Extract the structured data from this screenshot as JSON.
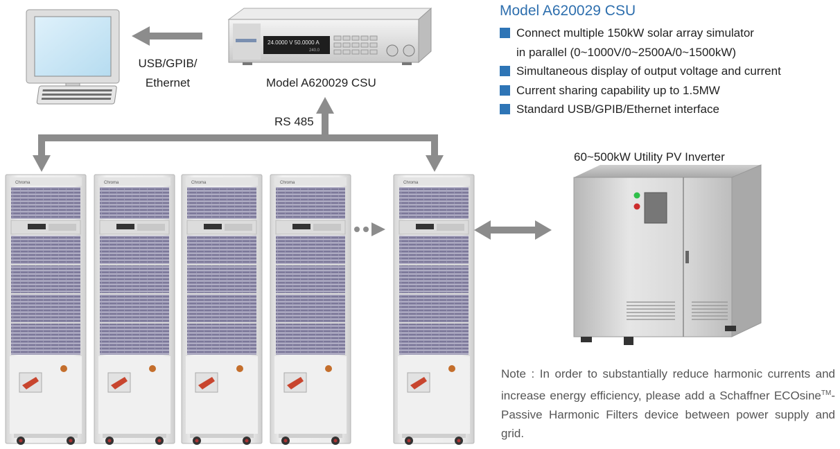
{
  "csu_label": "Model A620029 CSU",
  "interface_label_line1": "USB/GPIB/",
  "interface_label_line2": "Ethernet",
  "rs485_label": "RS 485",
  "inverter_label": "60~500kW Utility PV Inverter",
  "spec_panel": {
    "title": "Model A620029 CSU",
    "bullets": [
      {
        "line1": "Connect multiple 150kW solar array simulator",
        "line2": "in parallel (0~1000V/0~2500A/0~1500kW)"
      },
      {
        "line1": "Simultaneous display of output voltage and current",
        "line2": ""
      },
      {
        "line1": "Current sharing capability up to 1.5MW",
        "line2": ""
      },
      {
        "line1": "Standard USB/GPIB/Ethernet interface",
        "line2": ""
      }
    ]
  },
  "note": {
    "prefix": "Note :  In order to substantially reduce harmonic currents and increase energy efficiency, please add a Schaffner ECOsine",
    "tm": "TM",
    "suffix": "-Passive Harmonic Filters device between power supply and grid."
  },
  "csu_display": {
    "line1": "24.0000 V  50.0000 A",
    "line2": "240.0"
  },
  "colors": {
    "arrow": "#8c8c8c",
    "accent": "#2e75b6",
    "title": "#2e6fae",
    "cabinet_body": "#e9e9e9",
    "module_purple": "#8a86a6"
  },
  "icons": [
    "computer-icon",
    "csu-unit-icon",
    "rack-cabinet-icon",
    "pv-inverter-icon",
    "arrow-icon",
    "ellipsis-icon"
  ]
}
